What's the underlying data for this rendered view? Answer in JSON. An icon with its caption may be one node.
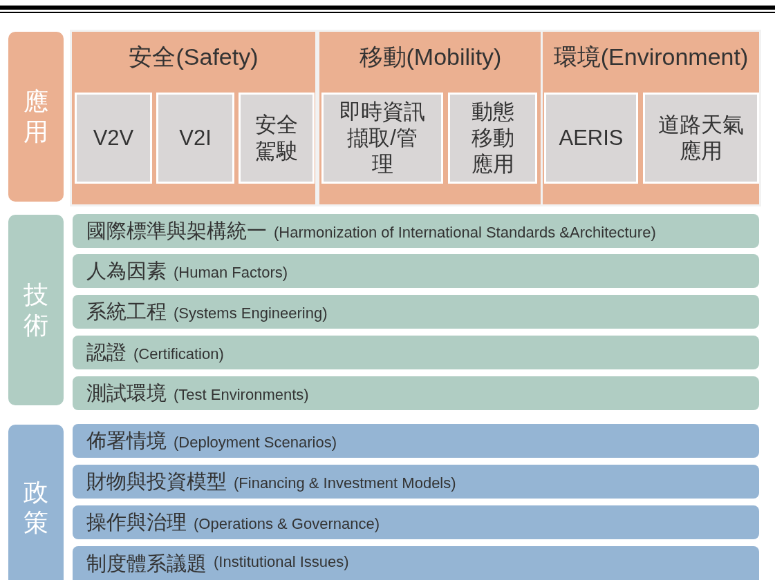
{
  "diagram": {
    "nodes": [
      {
        "text": [
          "應用"
        ]
      },
      {
        "text": [
          "安全(Safety)"
        ]
      },
      {
        "text": [
          "V2V"
        ],
        "in": 1
      },
      {
        "text": [
          "V2I"
        ],
        "in": 1
      },
      {
        "text": [
          "安全駕駛"
        ],
        "in": 1
      },
      {
        "text": [
          "移動(Mobility)"
        ]
      },
      {
        "text": [
          "即時資訊擷取/管理"
        ],
        "in": 5
      },
      {
        "text": [
          "動態移動應用"
        ],
        "in": 5
      },
      {
        "text": [
          "環境(Environment)"
        ]
      },
      {
        "text": [
          "AERIS"
        ],
        "in": 8
      },
      {
        "text": [
          "道路天氣應用"
        ],
        "in": 8
      },
      {
        "text": [
          "技術"
        ]
      },
      {
        "text": [
          "國際標準與架構統一",
          "(Harmonization of International Standards &Architecture)"
        ]
      },
      {
        "text": [
          "人為因素",
          "(Human Factors)"
        ]
      },
      {
        "text": [
          "系統工程",
          "(Systems Engineering)"
        ]
      },
      {
        "text": [
          "認證",
          "(Certification)"
        ]
      },
      {
        "text": [
          "測試環境",
          "(Test Environments)"
        ]
      },
      {
        "text": [
          "政策"
        ]
      },
      {
        "text": [
          "佈署情境",
          "(Deployment Scenarios)"
        ]
      },
      {
        "text": [
          "財物與投資模型",
          "(Financing & Investment Models)"
        ]
      },
      {
        "text": [
          "操作與治理",
          "(Operations & Governance)"
        ]
      },
      {
        "text": [
          "制度體系議題",
          "(Institutional Issues)"
        ]
      }
    ]
  }
}
